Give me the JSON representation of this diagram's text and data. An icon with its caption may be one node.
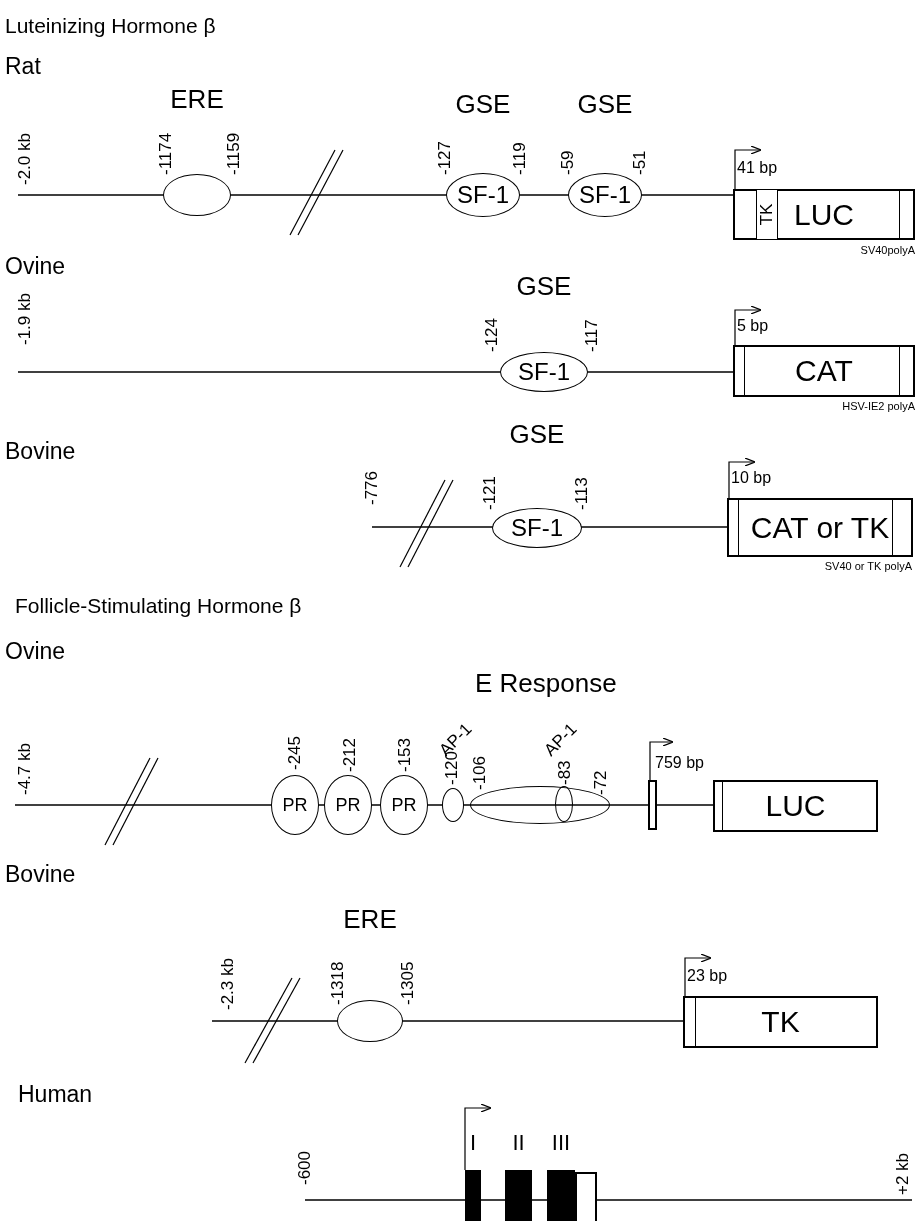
{
  "diagram": {
    "nodes": [
      {
        "text": [
          "ERE"
        ]
      },
      {
        "text": [
          "GSE",
          "SF-1"
        ]
      },
      {
        "text": [
          "GSE",
          "SF-1"
        ]
      },
      {
        "text": [
          "LUC"
        ],
        "beside": [
          "41 bp",
          "SV40polyA"
        ]
      },
      {
        "text": [
          "TK"
        ],
        "in": 3
      },
      {
        "text": [
          "GSE",
          "SF-1"
        ]
      },
      {
        "text": [
          "CAT"
        ],
        "beside": [
          "5 bp",
          "HSV-IE2 polyA"
        ]
      },
      {
        "text": [
          "GSE",
          "SF-1"
        ]
      },
      {
        "text": [
          "CAT or TK"
        ],
        "beside": [
          "10 bp",
          "SV40 or TK polyA"
        ]
      },
      {
        "text": [
          "PR"
        ]
      },
      {
        "text": [
          "PR"
        ]
      },
      {
        "text": [
          "PR"
        ]
      },
      {
        "text": [],
        "shape": "ellipse",
        "beside": [
          "AP-1"
        ]
      },
      {
        "text": [],
        "shape": "ellipse"
      },
      {
        "text": [],
        "shape": "ellipse",
        "in": 13,
        "beside": [
          "AP-1"
        ]
      },
      {
        "text": [],
        "shape": "bar",
        "beside": [
          "759 bp"
        ]
      },
      {
        "text": [
          "LUC"
        ]
      },
      {
        "text": [
          "ERE"
        ]
      },
      {
        "text": [
          "TK"
        ],
        "beside": [
          "23 bp"
        ]
      },
      {
        "text": [
          "I"
        ]
      },
      {
        "text": [
          "II"
        ]
      },
      {
        "text": [
          "III"
        ]
      },
      {
        "text": [],
        "shape": "box"
      }
    ],
    "labels": [
      "Luteinizing Hormone β",
      "Rat",
      "-2.0 kb",
      "-1174",
      "-1159",
      "-127",
      "-119",
      "-59",
      "-51",
      "Ovine",
      "-1.9 kb",
      "-124",
      "-117",
      "Bovine",
      "-776",
      "-121",
      "-113",
      "Follicle-Stimulating Hormone β",
      "Ovine",
      "E Response",
      "-4.7 kb",
      "-245",
      "-212",
      "-153",
      "-120",
      "-106",
      "-83",
      "-72",
      "Bovine",
      "-2.3 kb",
      "-1318",
      "-1305",
      "Human",
      "-600",
      "+2 kb"
    ]
  }
}
